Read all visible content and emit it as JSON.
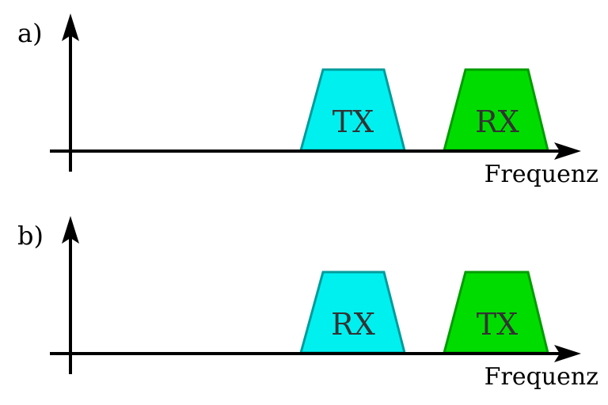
{
  "figure": {
    "description": "Two frequency-band diagrams comparing TX/RX band placement"
  },
  "colors": {
    "background": "#ffffff",
    "axis": "#000000",
    "panel_label_text": "#000000",
    "axis_label_text": "#000000",
    "band_label_text": "#333333",
    "cyan_fill": "#00f0f0",
    "cyan_stroke": "#009b9b",
    "green_fill": "#00dc00",
    "green_stroke": "#009c00"
  },
  "panels": [
    {
      "label": "a)",
      "axis_label": "Frequenz",
      "bands": [
        {
          "label": "TX",
          "fill": "#00f0f0",
          "stroke": "#009b9b"
        },
        {
          "label": "RX",
          "fill": "#00dc00",
          "stroke": "#009c00"
        }
      ]
    },
    {
      "label": "b)",
      "axis_label": "Frequenz",
      "bands": [
        {
          "label": "RX",
          "fill": "#00f0f0",
          "stroke": "#009b9b"
        },
        {
          "label": "TX",
          "fill": "#00dc00",
          "stroke": "#009c00"
        }
      ]
    }
  ]
}
